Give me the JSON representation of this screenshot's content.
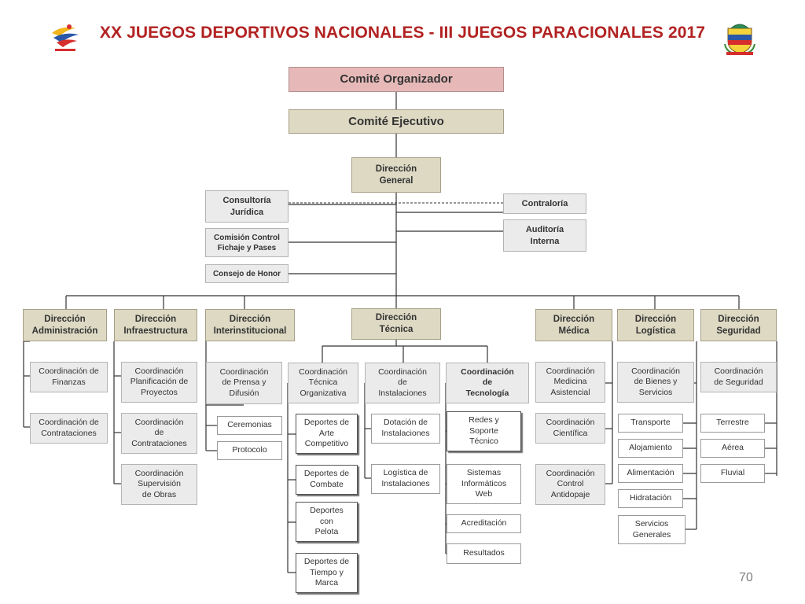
{
  "title": "XX JUEGOS DEPORTIVOS NACIONALES - III JUEGOS PARACIONALES 2017",
  "page_number": "70",
  "colors": {
    "title": "#b22222",
    "comite_organizador": "#e6b9b8",
    "tan_boxes": "#ddd9c3",
    "gray_boxes": "#ebebeb"
  },
  "top": {
    "comite_organizador": "Comité Organizador",
    "comite_ejecutivo": "Comité Ejecutivo",
    "direccion_general": "Dirección\nGeneral"
  },
  "staff": {
    "consultoria": "Consultoría\nJurídica",
    "comision": "Comisión Control\nFichaje y Pases",
    "consejo": "Consejo de Honor",
    "contraloria": "Contraloría",
    "auditoria": "Auditoría\nInterna"
  },
  "direcciones": {
    "administracion": "Dirección\nAdministración",
    "infraestructura": "Dirección\nInfraestructura",
    "interinstitucional": "Dirección\nInterinstitucional",
    "tecnica": "Dirección\nTécnica",
    "medica": "Dirección\nMédica",
    "logistica": "Dirección\nLogística",
    "seguridad": "Dirección\nSeguridad"
  },
  "administracion": {
    "finanzas": "Coordinación de\nFinanzas",
    "contrataciones": "Coordinación de\nContrataciones"
  },
  "infraestructura": {
    "planificacion": "Coordinación\nPlanificación de\nProyectos",
    "contrataciones": "Coordinación\nde\nContrataciones",
    "supervision": "Coordinación\nSupervisión\nde Obras"
  },
  "interinstitucional": {
    "prensa": "Coordinación\nde Prensa y\nDifusión",
    "ceremonias": "Ceremonias",
    "protocolo": "Protocolo"
  },
  "tecnica": {
    "organizativa": "Coordinación\nTécnica\nOrganizativa",
    "instalaciones": "Coordinación\nde\nInstalaciones",
    "tecnologia": "Coordinación\nde\nTecnología",
    "arte": "Deportes de\nArte\nCompetitivo",
    "combate": "Deportes de\nCombate",
    "pelota": "Deportes\ncon\nPelota",
    "tiempo": "Deportes de\nTiempo y\nMarca",
    "dotacion": "Dotación de\nInstalaciones",
    "logistica_inst": "Logística de\nInstalaciones",
    "redes": "Redes y\nSoporte\nTécnico",
    "sistemas": "Sistemas\nInformáticos\nWeb",
    "acreditacion": "Acreditación",
    "resultados": "Resultados"
  },
  "medica": {
    "asistencial": "Coordinación\nMedicina\nAsistencial",
    "cientifica": "Coordinación\nCientífica",
    "antidopaje": "Coordinación\nControl\nAntidopaje"
  },
  "logistica": {
    "bienes": "Coordinación\nde Bienes y\nServicios",
    "transporte": "Transporte",
    "alojamiento": "Alojamiento",
    "alimentacion": "Alimentación",
    "hidratacion": "Hidratación",
    "servicios": "Servicios\nGenerales"
  },
  "seguridad": {
    "coordinacion": "Coordinación\nde Seguridad",
    "terrestre": "Terrestre",
    "aerea": "Aérea",
    "fluvial": "Fluvial"
  }
}
